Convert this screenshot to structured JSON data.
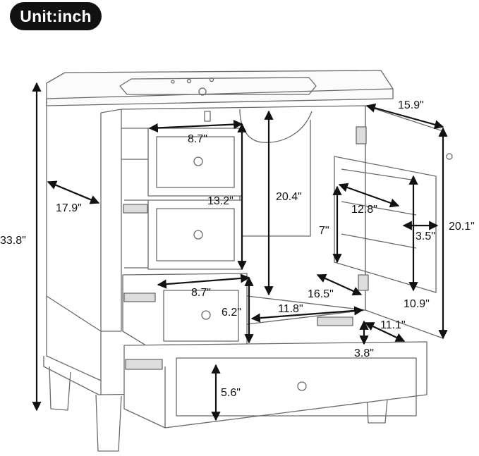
{
  "unit_badge": "Unit:inch",
  "dimensions": [
    {
      "id": "overall-height",
      "text": "33.8\""
    },
    {
      "id": "overall-depth",
      "text": "17.9\""
    },
    {
      "id": "top-drawer-width",
      "text": "8.7\""
    },
    {
      "id": "upper-drawers-height",
      "text": "13.2\""
    },
    {
      "id": "cabinet-inner-height",
      "text": "20.4\""
    },
    {
      "id": "door-width",
      "text": "15.9\""
    },
    {
      "id": "door-height",
      "text": "20.1\""
    },
    {
      "id": "shelf-width",
      "text": "12.8\""
    },
    {
      "id": "shelf-spacing",
      "text": "7\""
    },
    {
      "id": "shelf-depth",
      "text": "3.5\""
    },
    {
      "id": "side-panel-height",
      "text": "10.9\""
    },
    {
      "id": "cabinet-inner-depth",
      "text": "16.5\""
    },
    {
      "id": "middle-drawer-width",
      "text": "8.7\""
    },
    {
      "id": "middle-drawer-height",
      "text": "6.2\""
    },
    {
      "id": "opening-width",
      "text": "11.8\""
    },
    {
      "id": "opening-depth",
      "text": "11.1\""
    },
    {
      "id": "opening-height",
      "text": "3.8\""
    },
    {
      "id": "bottom-drawer-height",
      "text": "5.6\""
    }
  ]
}
